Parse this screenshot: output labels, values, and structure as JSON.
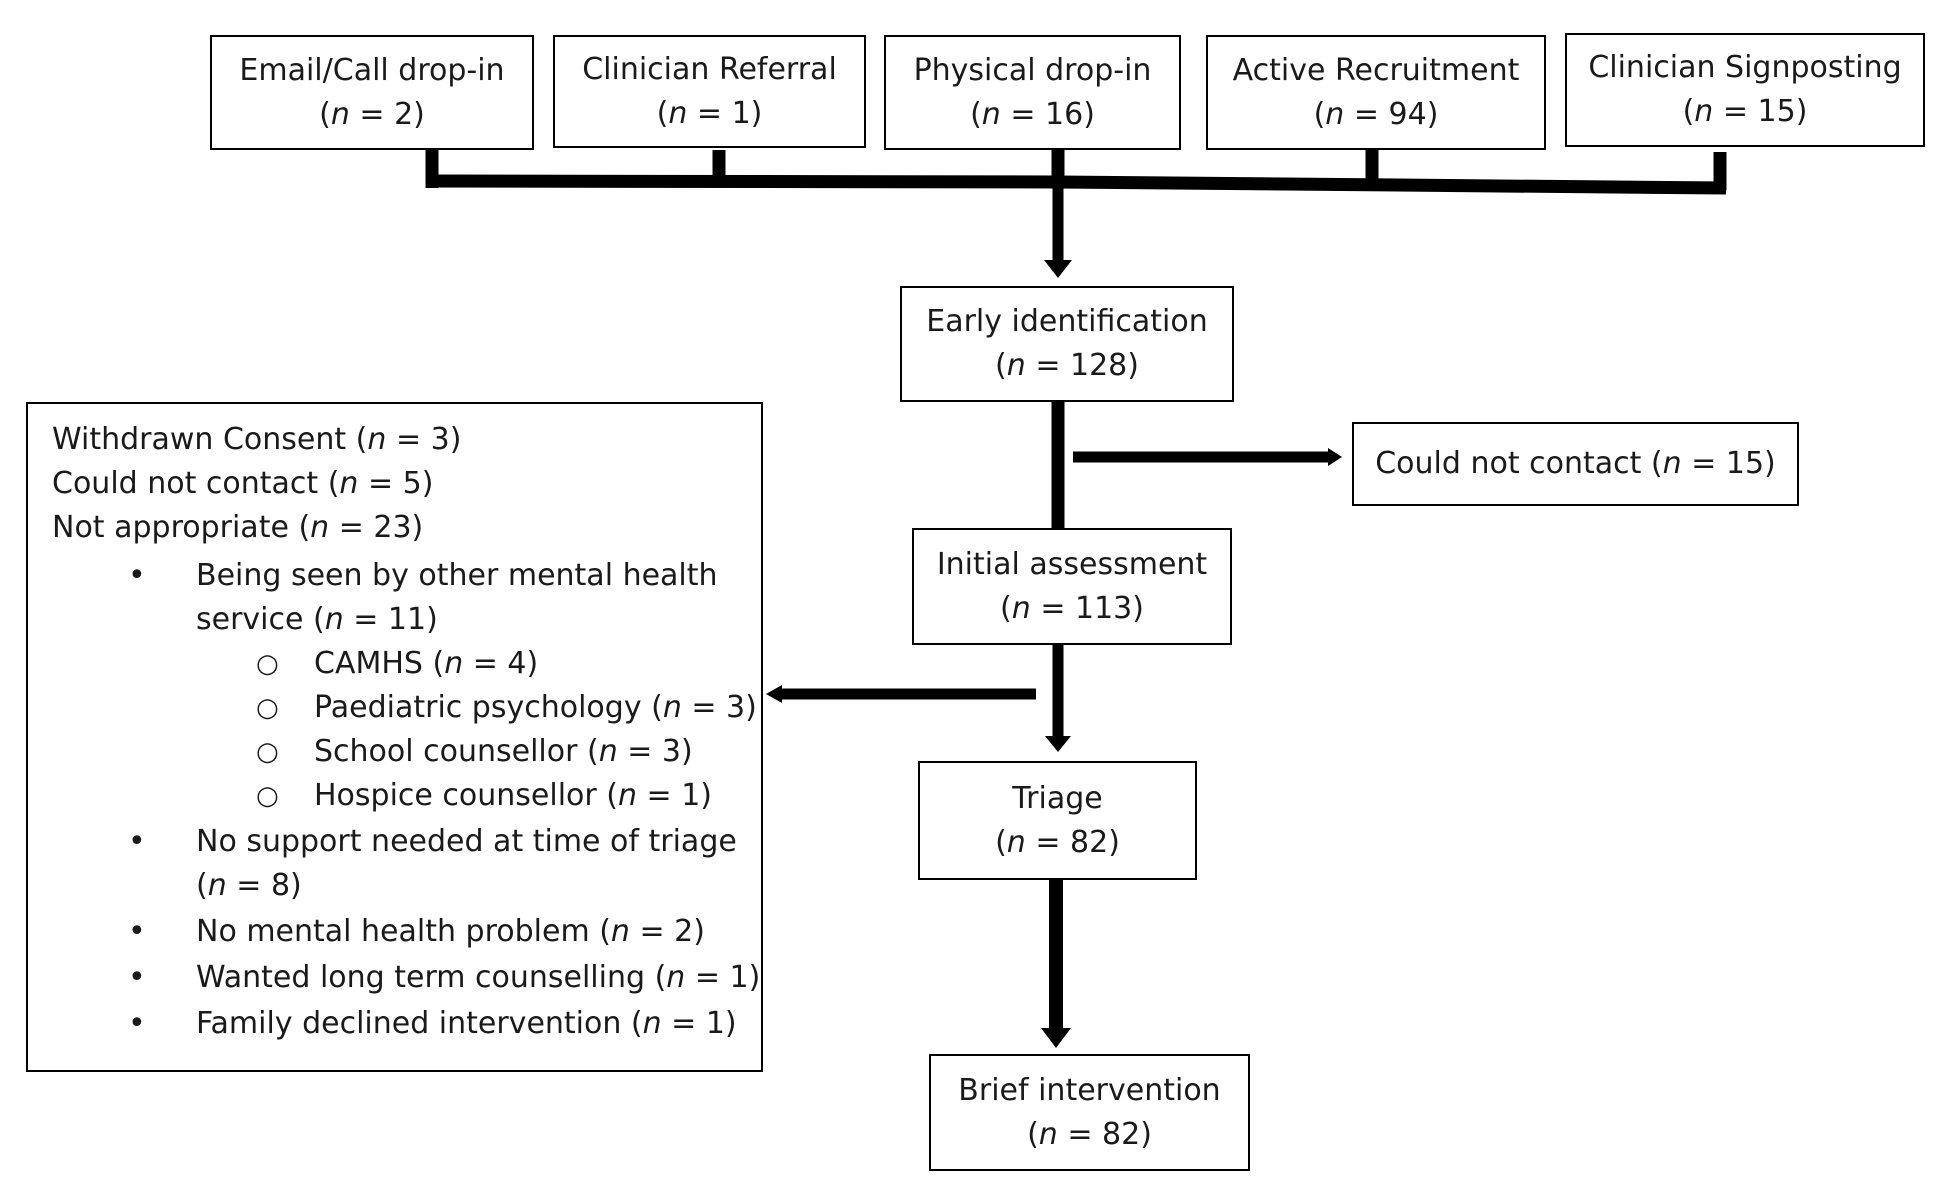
{
  "sources": [
    {
      "label": "Email/Call drop-in",
      "n_prefix": "n",
      "n_value": "= 2"
    },
    {
      "label": "Clinician Referral",
      "n_prefix": "n",
      "n_value": "= 1"
    },
    {
      "label": "Physical drop-in",
      "n_prefix": "n",
      "n_value": "= 16"
    },
    {
      "label": "Active Recruitment",
      "n_prefix": "n",
      "n_value": "= 94"
    },
    {
      "label": "Clinician Signposting",
      "n_prefix": "n",
      "n_value": "= 15"
    }
  ],
  "stages": {
    "early_identification": {
      "label": "Early identification",
      "n_prefix": "n",
      "n_value": "= 128"
    },
    "initial_assessment": {
      "label": "Initial assessment",
      "n_prefix": "n",
      "n_value": "= 113"
    },
    "triage": {
      "label": "Triage",
      "n_prefix": "n",
      "n_value": "= 82"
    },
    "brief_intervention": {
      "label": "Brief intervention",
      "n_prefix": "n",
      "n_value": "= 82"
    }
  },
  "could_not_contact": {
    "label": "Could not contact (",
    "n_prefix": "n",
    "n_value": " = 15)"
  },
  "exclusions": {
    "lines": [
      {
        "text": "Withdrawn Consent (",
        "n_prefix": "n",
        "rest": " = 3)"
      },
      {
        "text": "Could not contact (",
        "n_prefix": "n",
        "rest": " = 5)"
      },
      {
        "text": "Not appropriate (",
        "n_prefix": "n",
        "rest": " = 23)"
      }
    ],
    "bullet_1": {
      "line1": "Being seen by other mental health",
      "line2_text": "service (",
      "n_prefix": "n",
      "rest": " = 11)"
    },
    "sub_items": [
      {
        "text": "CAMHS (",
        "n_prefix": "n",
        "rest": " = 4)"
      },
      {
        "text": "Paediatric psychology (",
        "n_prefix": "n",
        "rest": " = 3)"
      },
      {
        "text": "School counsellor (",
        "n_prefix": "n",
        "rest": " = 3)"
      },
      {
        "text": "Hospice counsellor (",
        "n_prefix": "n",
        "rest": " = 1)"
      }
    ],
    "bullet_2": {
      "line1": "No support needed at time of triage",
      "line2_text": "(",
      "n_prefix": "n",
      "rest": " = 8)"
    },
    "bullets_rest": [
      {
        "text": "No mental health problem (",
        "n_prefix": "n",
        "rest": " = 2)"
      },
      {
        "text": "Wanted long term counselling (",
        "n_prefix": "n",
        "rest": " = 1)"
      },
      {
        "text": "Family declined intervention (",
        "n_prefix": "n",
        "rest": " = 1)"
      }
    ],
    "bullet_symbol": "•",
    "sub_symbol": "○"
  }
}
